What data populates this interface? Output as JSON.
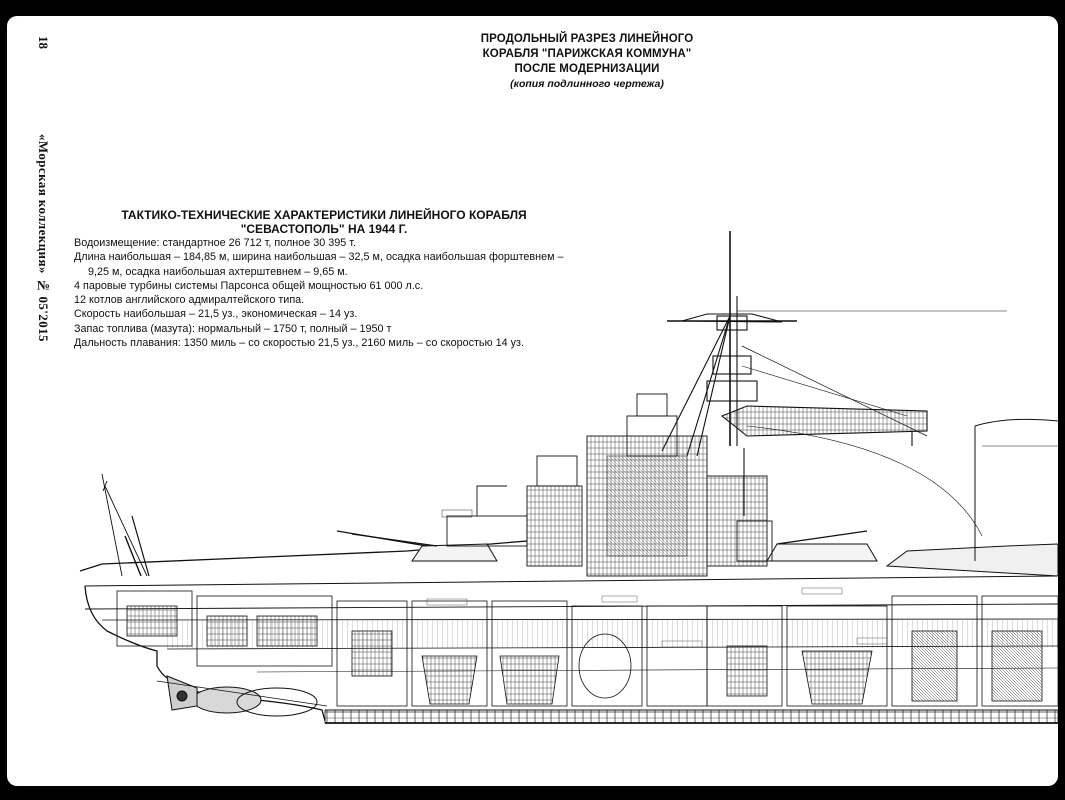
{
  "page": {
    "number": "18",
    "journal": "«Морская коллекция» № 05'2015"
  },
  "drawing_title": {
    "lines": [
      "ПРОДОЛЬНЫЙ РАЗРЕЗ ЛИНЕЙНОГО",
      "КОРАБЛЯ \"ПАРИЖСКАЯ КОММУНА\"",
      "ПОСЛЕ МОДЕРНИЗАЦИИ"
    ],
    "subtitle": "(копия подлинного чертежа)"
  },
  "specs": {
    "heading_lines": [
      "ТАКТИКО-ТЕХНИЧЕСКИЕ ХАРАКТЕРИСТИКИ ЛИНЕЙНОГО КОРАБЛЯ",
      "\"СЕВАСТОПОЛЬ\" НА 1944 Г."
    ],
    "lines": [
      "Водоизмещение: стандартное 26 712 т, полное 30 395 т.",
      "Длина наибольшая – 184,85 м, ширина наибольшая – 32,5 м, осадка наибольшая форштевнем –",
      "9,25 м, осадка наибольшая ахтерштевнем – 9,65 м.",
      "4 паровые турбины системы Парсонса общей мощностью 61 000 л.с.",
      "12 котлов английского адмиралтейского типа.",
      "Скорость наибольшая – 21,5 уз., экономическая – 14 уз.",
      "Запас топлива (мазута): нормальный – 1750 т, полный – 1950 т",
      "Дальность плавания: 1350 миль – со скоростью 21,5 уз., 2160 миль – со скоростью 14 уз."
    ]
  }
}
